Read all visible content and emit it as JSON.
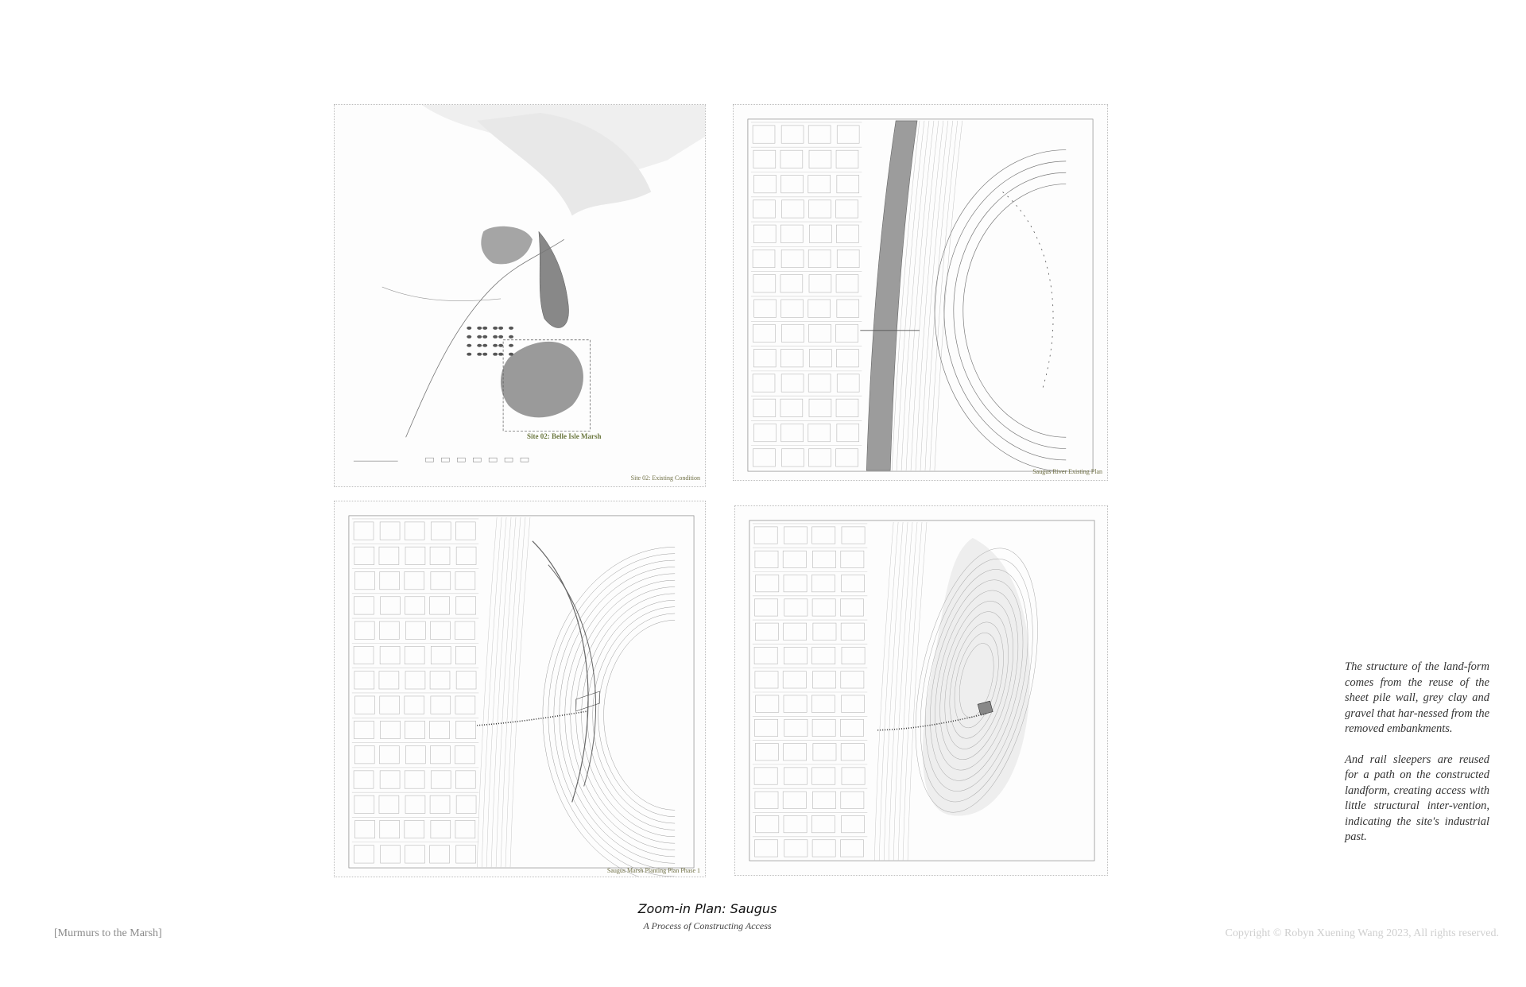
{
  "page": {
    "footer_left": "[Murmurs to the Marsh]",
    "footer_right": "Copyright © Robyn Xuening Wang 2023, All rights reserved."
  },
  "caption": {
    "title": "Zoom-in Plan: Saugus",
    "subtitle": "A Process of Constructing Access"
  },
  "description": {
    "paragraph_1": "The structure of the land-form comes from the reuse of the sheet pile wall, grey clay and gravel that har-nessed from the removed embankments.",
    "paragraph_2": "And rail sleepers are reused for a path on the constructed landform, creating access with little structural inter-vention, indicating the site's industrial past."
  },
  "panels": [
    {
      "name": "site-map",
      "site_label": "Site 02: Belle Isle Marsh",
      "corner_label": "Site 02: Existing Condition"
    },
    {
      "name": "existing-plan",
      "corner_label": "Saugus River Existing Plan"
    },
    {
      "name": "phase-one-plan",
      "corner_label": "Saugus Marsh Planting Plan Phase 1"
    },
    {
      "name": "phase-two-plan",
      "corner_label": ""
    }
  ],
  "colors": {
    "accent": "#6c7840",
    "line": "#555555",
    "faint": "#bbbbbb"
  }
}
